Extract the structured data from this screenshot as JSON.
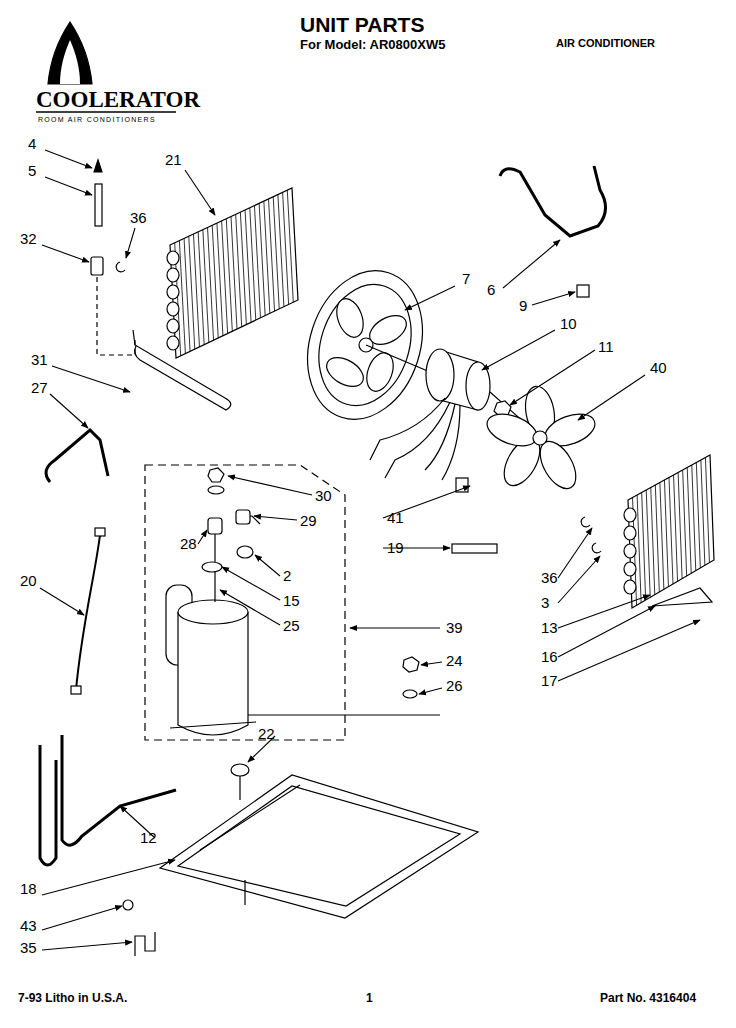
{
  "diagram": {
    "title": "UNIT PARTS",
    "labels": [
      "For Model: AR0800XW5",
      "AIR CONDITIONER",
      "COOLERATOR",
      "ROOM AIR CONDITIONERS",
      "4",
      "5",
      "21",
      "36",
      "32",
      "7",
      "6",
      "9",
      "10",
      "11",
      "40",
      "31",
      "27",
      "30",
      "29",
      "28",
      "2",
      "15",
      "25",
      "39",
      "41",
      "19",
      "36",
      "3",
      "13",
      "16",
      "17",
      "20",
      "24",
      "26",
      "22",
      "12",
      "18",
      "43",
      "35",
      "7-93 Litho in U.S.A.",
      "1",
      "Part No. 4316404"
    ]
  }
}
